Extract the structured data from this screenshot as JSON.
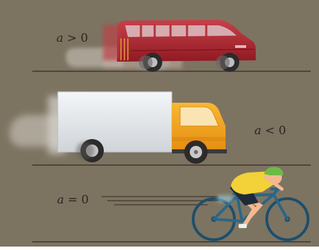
{
  "colors": {
    "background": "#7d7361",
    "ground_line": "#2e2a24",
    "car_body": "#b3272e",
    "truck_cab": "#f4a51b",
    "truck_box": "#e9ecef",
    "cyclist_shirt": "#f2d238",
    "bicycle_frame": "#1c4f6c",
    "helmet": "#6dbb45"
  },
  "scenes": [
    {
      "id": "car",
      "symbol": "a",
      "relation": ">",
      "value": "0"
    },
    {
      "id": "truck",
      "symbol": "a",
      "relation": "<",
      "value": "0"
    },
    {
      "id": "bike",
      "symbol": "a",
      "relation": "=",
      "value": "0"
    }
  ]
}
